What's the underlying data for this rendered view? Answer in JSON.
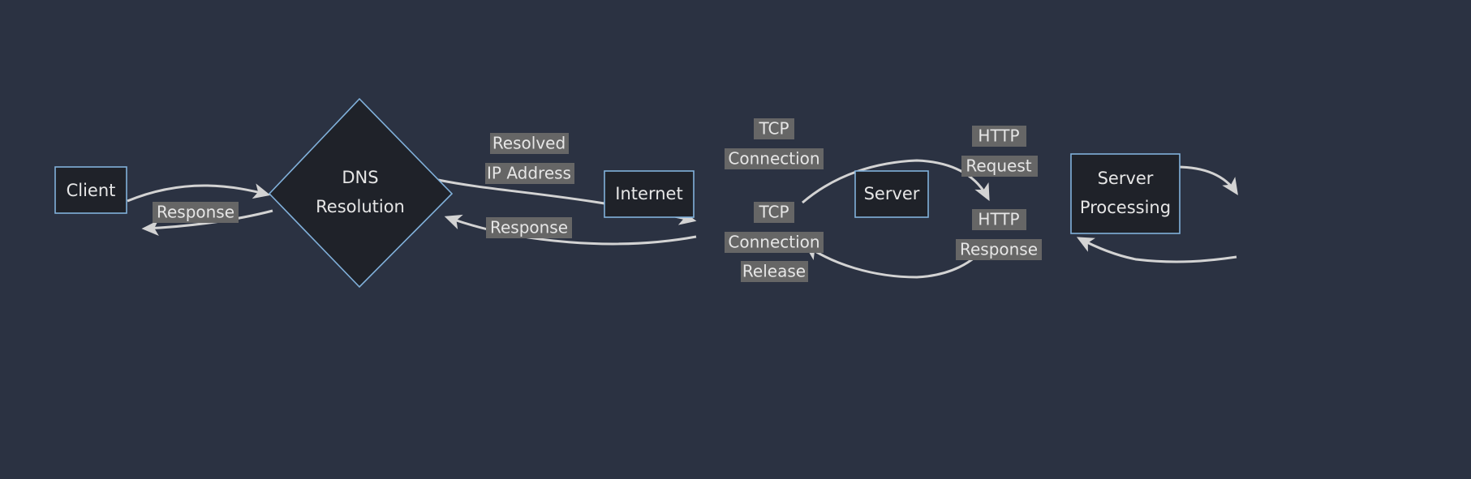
{
  "diagram": {
    "type": "flowchart",
    "direction": "left-to-right",
    "background_color": "#2b3242",
    "node_fill_color": "#1f2229",
    "node_stroke_color": "#81b1db",
    "edge_color": "#d3d3d3",
    "label_bg_color": "#666666",
    "text_color": "#e6e6e6",
    "nodes": [
      {
        "id": "client",
        "label": "Client",
        "shape": "rect"
      },
      {
        "id": "dns",
        "label_line1": "DNS",
        "label_line2": "Resolution",
        "shape": "diamond"
      },
      {
        "id": "internet",
        "label": "Internet",
        "shape": "rect"
      },
      {
        "id": "server",
        "label": "Server",
        "shape": "rect"
      },
      {
        "id": "processing",
        "label_line1": "Server",
        "label_line2": "Processing",
        "shape": "rect"
      }
    ],
    "edges": [
      {
        "id": "client-to-dns",
        "from": "client",
        "to": "dns",
        "label": ""
      },
      {
        "id": "dns-to-client",
        "from": "dns",
        "to": "client",
        "label": "Response"
      },
      {
        "id": "dns-to-internet",
        "from": "dns",
        "to": "internet",
        "label_line1": "Resolved",
        "label_line2": "IP Address"
      },
      {
        "id": "internet-to-dns",
        "from": "internet",
        "to": "dns",
        "label": "Response"
      },
      {
        "id": "internet-to-server",
        "from": "internet",
        "to": "server",
        "label_line1": "TCP",
        "label_line2": "Connection"
      },
      {
        "id": "server-to-internet",
        "from": "server",
        "to": "internet",
        "label_line1": "TCP",
        "label_line2": "Connection",
        "label_line3": "Release"
      },
      {
        "id": "server-to-processing",
        "from": "server",
        "to": "processing",
        "label_line1": "HTTP",
        "label_line2": "Request"
      },
      {
        "id": "processing-to-server",
        "from": "processing",
        "to": "server",
        "label_line1": "HTTP",
        "label_line2": "Response"
      }
    ]
  }
}
